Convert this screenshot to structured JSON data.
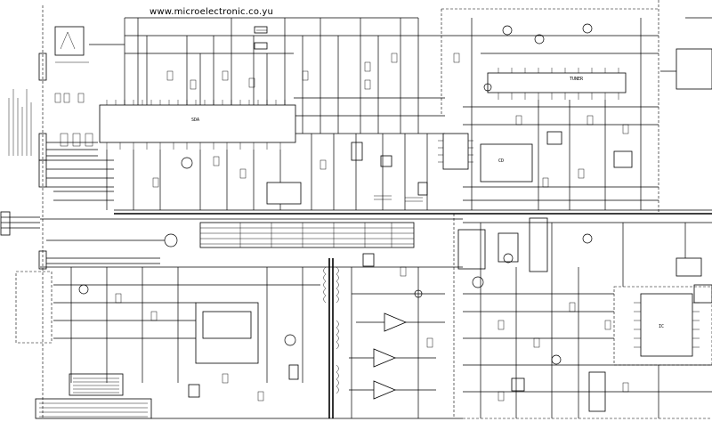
{
  "header": {
    "website": "www.microelectronic.co.yu"
  },
  "chips": {
    "ic_left": "SDA",
    "ic_center": "CD",
    "ic_tuner": "TUNER",
    "ic_mid": "IC"
  },
  "colors": {
    "ink": "#000000",
    "paper": "#ffffff"
  }
}
